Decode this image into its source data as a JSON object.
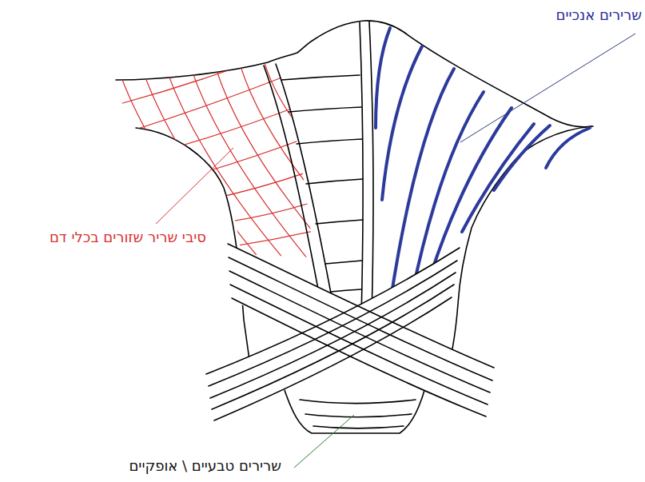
{
  "diagram": {
    "labels": [
      "שרירים אנכיים",
      "סיבי שריר שזורים בכלי דם",
      "שרירים טבעיים \\ אופקיים"
    ]
  }
}
